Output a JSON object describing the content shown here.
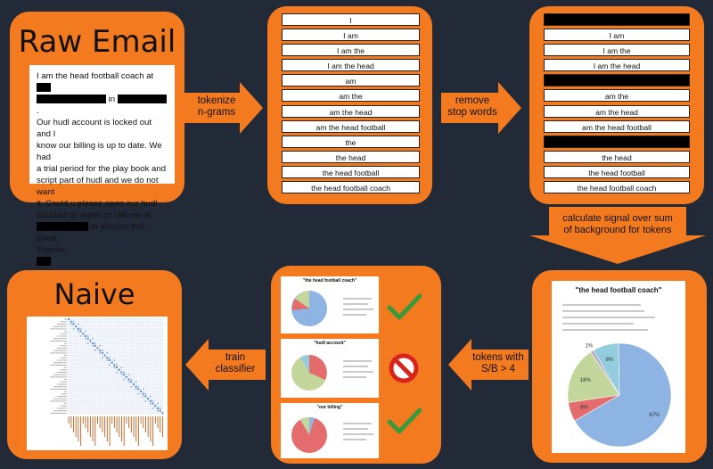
{
  "panels": {
    "raw_email": {
      "title": "Raw Email",
      "email_lines": [
        "I am the head football coach at",
        "in",
        "Our hudl account is locked out and I",
        "know our billing is up to date. We had",
        "a trial period for the play book and",
        "script part of hudl and we do not want",
        "it. Could u please open our hudl",
        "account up again or call me at",
        "to discuss this issue.",
        "Thanks,"
      ]
    },
    "ngrams": [
      "I",
      "I am",
      "I am the",
      "I am the head",
      "am",
      "am the",
      "am the head",
      "am the head football",
      "the",
      "the head",
      "the head football",
      "the head football coach"
    ],
    "stopwords_removed": [
      "",
      "I am",
      "I am the",
      "I am the head",
      "",
      "am the",
      "am the head",
      "am the head football",
      "",
      "the head",
      "the head football",
      "the head football coach"
    ],
    "naive_bayes": {
      "title": "Naive Bayes"
    },
    "token_cards": [
      {
        "title": "\"the head football coach\"",
        "mark": "check"
      },
      {
        "title": "\"hudl account\"",
        "mark": "prohibit"
      },
      {
        "title": "\"our billing\"",
        "mark": "check"
      }
    ],
    "pie": {
      "title": "\"the head football coach\"",
      "slices": [
        {
          "label": "67%",
          "value": 67,
          "color": "#8db4e2"
        },
        {
          "label": "6%",
          "value": 6,
          "color": "#e46c6c"
        },
        {
          "label": "18%",
          "value": 18,
          "color": "#c3d69b"
        },
        {
          "label": "1%",
          "value": 1,
          "color": "#b3a2c7"
        },
        {
          "label": "8%",
          "value": 8,
          "color": "#93cddd"
        }
      ]
    }
  },
  "arrows": {
    "tokenize": "tokenize\nn-grams",
    "stopwords": "remove\nstop words",
    "signal": "calculate signal over sum\nof background for tokens",
    "sb": "tokens with\nS/B > 4",
    "train": "train\nclassifier"
  },
  "colors": {
    "background": "#232a37",
    "accent": "#f47a20",
    "check": "#3a9a3a",
    "prohibit": "#d9241c"
  }
}
